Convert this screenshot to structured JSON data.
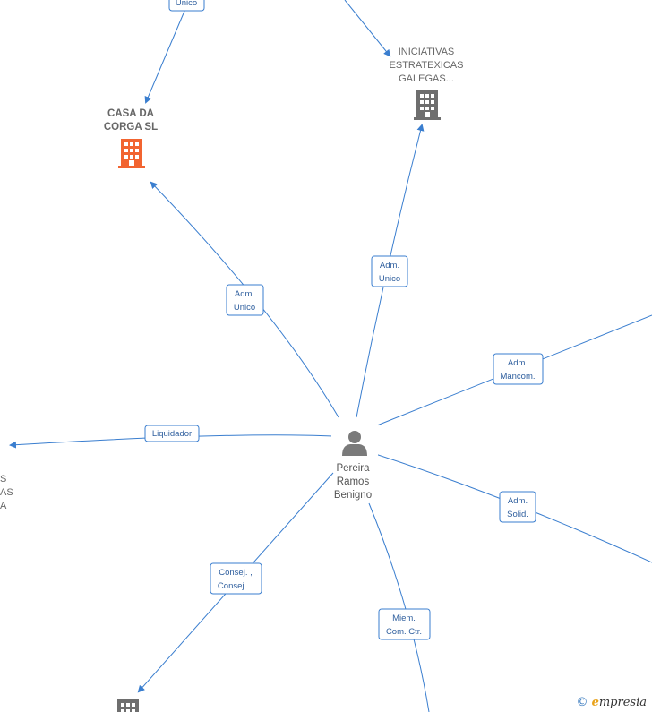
{
  "colors": {
    "edge": "#3a7ecf",
    "label_border": "#3a7ecf",
    "company_grey": "#6e6e6e",
    "company_orange": "#f26430",
    "person": "#7a7a7a"
  },
  "center_person": {
    "name_lines": [
      "Pereira",
      "Ramos",
      "Benigno"
    ],
    "icon": "person-icon"
  },
  "companies": [
    {
      "id": "casa-da-corga",
      "lines": [
        "CASA DA",
        "CORGA  SL"
      ],
      "icon": "building-icon",
      "highlight": true
    },
    {
      "id": "iniciativas",
      "lines": [
        "INICIATIVAS",
        "ESTRATEXICAS",
        "GALEGAS..."
      ],
      "icon": "building-icon",
      "highlight": false
    },
    {
      "id": "bottom-left-company",
      "lines": [],
      "icon": "building-icon",
      "highlight": false
    },
    {
      "id": "left-clipped-company",
      "lines": [
        "S",
        "AS",
        "A"
      ],
      "icon": "",
      "highlight": false
    }
  ],
  "edge_labels": [
    {
      "id": "top-unico",
      "lines": [
        "Unico"
      ]
    },
    {
      "id": "adm-unico-casa",
      "lines": [
        "Adm.",
        "Unico"
      ]
    },
    {
      "id": "adm-unico-iniciativas",
      "lines": [
        "Adm.",
        "Unico"
      ]
    },
    {
      "id": "adm-mancom",
      "lines": [
        "Adm.",
        "Mancom."
      ]
    },
    {
      "id": "liquidador",
      "lines": [
        "Liquidador"
      ]
    },
    {
      "id": "adm-solid",
      "lines": [
        "Adm.",
        "Solid."
      ]
    },
    {
      "id": "consej",
      "lines": [
        "Consej. ,",
        "Consej...."
      ]
    },
    {
      "id": "miem-com-ctr",
      "lines": [
        "Miem.",
        "Com. Ctr."
      ]
    }
  ],
  "footer": {
    "copyright_symbol": "©",
    "brand_initial": "e",
    "brand_rest": "mpresia"
  }
}
